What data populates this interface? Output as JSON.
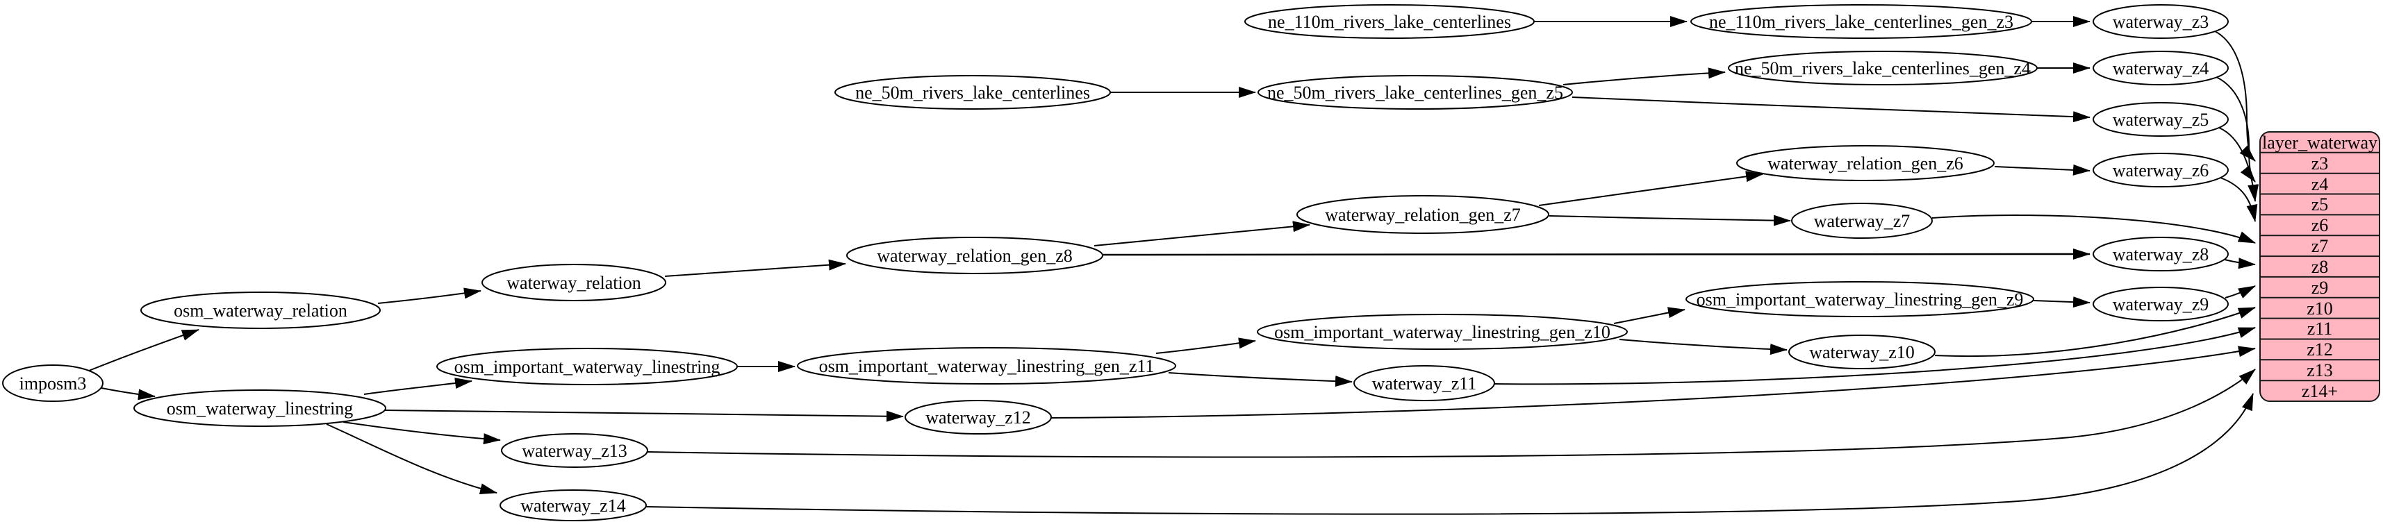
{
  "diagram": {
    "background_color": "#ffffff",
    "node_fill": "#ffffff",
    "node_stroke": "#000000",
    "edge_color": "#000000",
    "record_fill": "#ffb6c1",
    "nodes": {
      "imposm3": "imposm3",
      "osm_waterway_relation": "osm_waterway_relation",
      "osm_waterway_linestring": "osm_waterway_linestring",
      "waterway_relation": "waterway_relation",
      "osm_important_waterway_linestring": "osm_important_waterway_linestring",
      "waterway_relation_gen_z8": "waterway_relation_gen_z8",
      "waterway_relation_gen_z7": "waterway_relation_gen_z7",
      "waterway_relation_gen_z6": "waterway_relation_gen_z6",
      "osm_important_waterway_linestring_gen_z11": "osm_important_waterway_linestring_gen_z11",
      "osm_important_waterway_linestring_gen_z10": "osm_important_waterway_linestring_gen_z10",
      "osm_important_waterway_linestring_gen_z9": "osm_important_waterway_linestring_gen_z9",
      "ne_110m_rivers_lake_centerlines": "ne_110m_rivers_lake_centerlines",
      "ne_110m_rivers_lake_centerlines_gen_z3": "ne_110m_rivers_lake_centerlines_gen_z3",
      "ne_50m_rivers_lake_centerlines": "ne_50m_rivers_lake_centerlines",
      "ne_50m_rivers_lake_centerlines_gen_z5": "ne_50m_rivers_lake_centerlines_gen_z5",
      "ne_50m_rivers_lake_centerlines_gen_z4": "ne_50m_rivers_lake_centerlines_gen_z4",
      "waterway_z3": "waterway_z3",
      "waterway_z4": "waterway_z4",
      "waterway_z5": "waterway_z5",
      "waterway_z6": "waterway_z6",
      "waterway_z7": "waterway_z7",
      "waterway_z8": "waterway_z8",
      "waterway_z9": "waterway_z9",
      "waterway_z10": "waterway_z10",
      "waterway_z11": "waterway_z11",
      "waterway_z12": "waterway_z12",
      "waterway_z13": "waterway_z13",
      "waterway_z14": "waterway_z14"
    },
    "record": {
      "title": "layer_waterway",
      "rows": [
        "z3",
        "z4",
        "z5",
        "z6",
        "z7",
        "z8",
        "z9",
        "z10",
        "z11",
        "z12",
        "z13",
        "z14+"
      ]
    },
    "edges": [
      [
        "imposm3",
        "osm_waterway_relation"
      ],
      [
        "imposm3",
        "osm_waterway_linestring"
      ],
      [
        "osm_waterway_relation",
        "waterway_relation"
      ],
      [
        "waterway_relation",
        "waterway_relation_gen_z8"
      ],
      [
        "waterway_relation_gen_z8",
        "waterway_relation_gen_z7"
      ],
      [
        "waterway_relation_gen_z8",
        "waterway_z8"
      ],
      [
        "waterway_relation_gen_z7",
        "waterway_relation_gen_z6"
      ],
      [
        "waterway_relation_gen_z7",
        "waterway_z7"
      ],
      [
        "waterway_relation_gen_z6",
        "waterway_z6"
      ],
      [
        "osm_waterway_linestring",
        "osm_important_waterway_linestring"
      ],
      [
        "osm_waterway_linestring",
        "waterway_z12"
      ],
      [
        "osm_waterway_linestring",
        "waterway_z13"
      ],
      [
        "osm_waterway_linestring",
        "waterway_z14"
      ],
      [
        "osm_important_waterway_linestring",
        "osm_important_waterway_linestring_gen_z11"
      ],
      [
        "osm_important_waterway_linestring_gen_z11",
        "osm_important_waterway_linestring_gen_z10"
      ],
      [
        "osm_important_waterway_linestring_gen_z11",
        "waterway_z11"
      ],
      [
        "osm_important_waterway_linestring_gen_z10",
        "osm_important_waterway_linestring_gen_z9"
      ],
      [
        "osm_important_waterway_linestring_gen_z10",
        "waterway_z10"
      ],
      [
        "osm_important_waterway_linestring_gen_z9",
        "waterway_z9"
      ],
      [
        "ne_110m_rivers_lake_centerlines",
        "ne_110m_rivers_lake_centerlines_gen_z3"
      ],
      [
        "ne_110m_rivers_lake_centerlines_gen_z3",
        "waterway_z3"
      ],
      [
        "ne_50m_rivers_lake_centerlines",
        "ne_50m_rivers_lake_centerlines_gen_z5"
      ],
      [
        "ne_50m_rivers_lake_centerlines_gen_z5",
        "ne_50m_rivers_lake_centerlines_gen_z4"
      ],
      [
        "ne_50m_rivers_lake_centerlines_gen_z5",
        "waterway_z5"
      ],
      [
        "ne_50m_rivers_lake_centerlines_gen_z4",
        "waterway_z4"
      ],
      [
        "waterway_z3",
        "layer_waterway:z3"
      ],
      [
        "waterway_z4",
        "layer_waterway:z4"
      ],
      [
        "waterway_z5",
        "layer_waterway:z5"
      ],
      [
        "waterway_z6",
        "layer_waterway:z6"
      ],
      [
        "waterway_z7",
        "layer_waterway:z7"
      ],
      [
        "waterway_z8",
        "layer_waterway:z8"
      ],
      [
        "waterway_z9",
        "layer_waterway:z9"
      ],
      [
        "waterway_z10",
        "layer_waterway:z10"
      ],
      [
        "waterway_z11",
        "layer_waterway:z11"
      ],
      [
        "waterway_z12",
        "layer_waterway:z12"
      ],
      [
        "waterway_z13",
        "layer_waterway:z13"
      ],
      [
        "waterway_z14",
        "layer_waterway:z14+"
      ]
    ]
  }
}
